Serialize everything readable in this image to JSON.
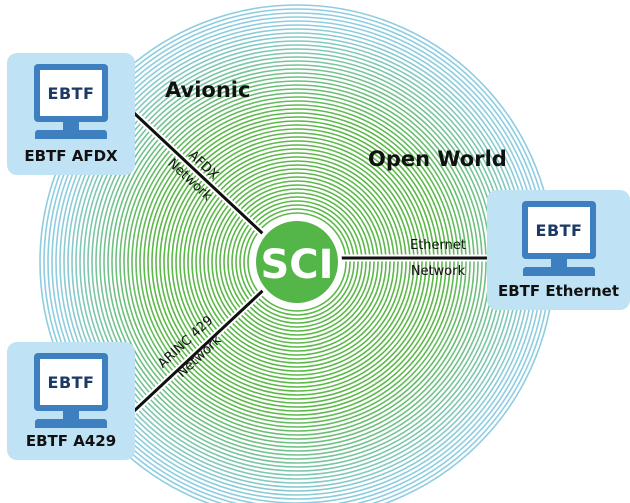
{
  "colors": {
    "ring_green": "#5db84a",
    "ring_blue": "#8ecde0",
    "sci_fill": "#54b548",
    "link_line": "#111111",
    "card_bg": "#bfe3f5",
    "monitor_blue": "#3d7fbf"
  },
  "zones": {
    "avionic": "Avionic",
    "open_world": "Open World"
  },
  "hub": {
    "label": "SCI"
  },
  "nodes": [
    {
      "id": "afdx",
      "screen": "EBTF",
      "caption": "EBTF AFDX"
    },
    {
      "id": "ethernet",
      "screen": "EBTF",
      "caption": "EBTF Ethernet"
    },
    {
      "id": "a429",
      "screen": "EBTF",
      "caption": "EBTF A429"
    }
  ],
  "links": [
    {
      "id": "afdx",
      "line1": "AFDX",
      "line2": "Network"
    },
    {
      "id": "ethernet",
      "line1": "Ethernet",
      "line2": "Network"
    },
    {
      "id": "a429",
      "line1": "ARINC 429",
      "line2": "Network"
    }
  ]
}
